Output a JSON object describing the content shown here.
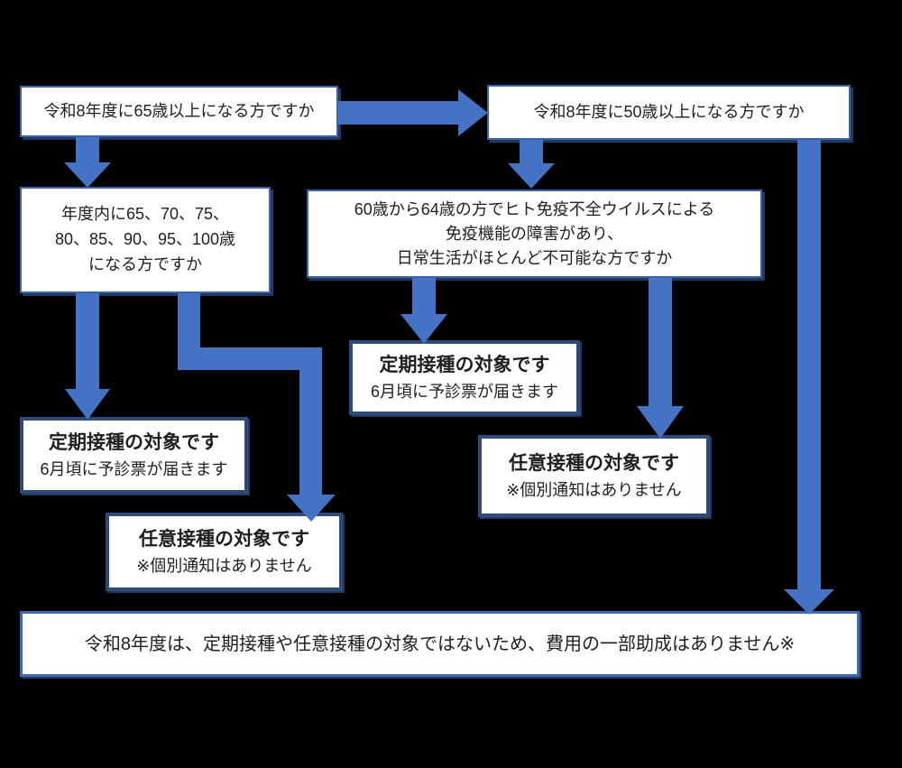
{
  "diagram_title": "",
  "colors": {
    "arrow": "#4472C4",
    "question_border": "#3A62AD",
    "result_border": "#2E4B7A",
    "bottom_border": "#3E68B0",
    "shadow": "#1F3864",
    "box_fill": "#FFFFFF",
    "text": "#1F1F1F"
  },
  "boxes": {
    "q1": {
      "text": "令和8年度に65歳以上になる方ですか"
    },
    "q2": {
      "text": "令和8年度に50歳以上になる方ですか"
    },
    "q3": {
      "lines": [
        "年度内に65、70、75、",
        "80、85、90、95、100歳",
        "になる方ですか"
      ]
    },
    "q4": {
      "lines": [
        "60歳から64歳の方でヒト免疫不全ウイルスによる",
        "免疫機能の障害があり、",
        "日常生活がほとんど不可能な方ですか"
      ]
    },
    "r1": {
      "title": "定期接種の対象です",
      "subtitle": "6月頃に予診票が届きます"
    },
    "r2": {
      "title": "定期接種の対象です",
      "subtitle": "6月頃に予診票が届きます"
    },
    "r3": {
      "title": "任意接種の対象です",
      "subtitle": "※個別通知はありません"
    },
    "r4": {
      "title": "任意接種の対象です",
      "subtitle": "※個別通知はありません"
    },
    "r5": {
      "text": "令和8年度は、定期接種や任意接種の対象ではないため、費用の一部助成はありません※"
    }
  },
  "connectors": [
    {
      "name": "arrow-q1-to-q2",
      "shape": "right-arrow"
    },
    {
      "name": "arrow-q1-to-q3",
      "shape": "down-arrow"
    },
    {
      "name": "arrow-q2-to-q4",
      "shape": "down-arrow"
    },
    {
      "name": "arrow-q3-to-r1",
      "shape": "down-arrow"
    },
    {
      "name": "arrow-q3-to-r3",
      "shape": "elbow-down-arrow"
    },
    {
      "name": "arrow-q4-to-r2",
      "shape": "down-arrow"
    },
    {
      "name": "arrow-q4-to-r4",
      "shape": "down-arrow"
    },
    {
      "name": "arrow-q2-to-r5",
      "shape": "long-down-arrow"
    }
  ]
}
